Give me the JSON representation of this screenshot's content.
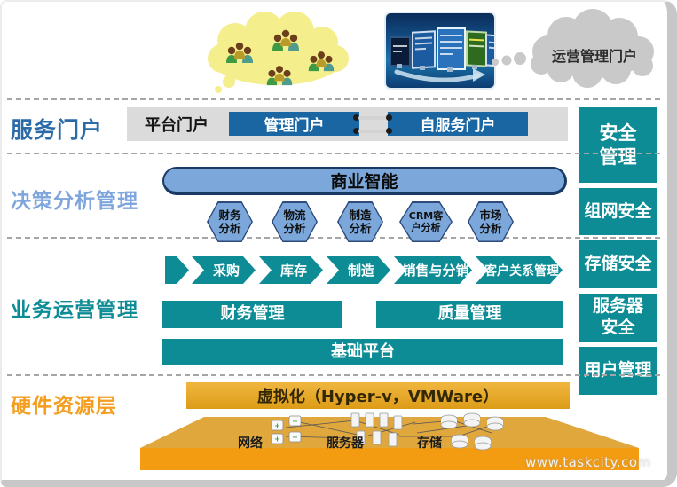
{
  "page": {
    "watermark": "www.taskcity.com"
  },
  "top": {
    "ops_cloud_label": "运营管理门户"
  },
  "service": {
    "label": "服务门户",
    "platform_portal": "平台门户",
    "management_portal": "管理门户",
    "self_service_portal": "自服务门户"
  },
  "decision": {
    "label": "决策分析管理",
    "bi": "商业智能",
    "hexagons": [
      {
        "label": "财务\n分析"
      },
      {
        "label": "物流\n分析"
      },
      {
        "label": "制造\n分析"
      },
      {
        "label": "CRM客\n户分析"
      },
      {
        "label": "市场\n分析"
      }
    ]
  },
  "business": {
    "label": "业务运营管理",
    "chevrons": [
      {
        "label": "采购"
      },
      {
        "label": "库存"
      },
      {
        "label": "制造"
      },
      {
        "label": "销售与分销"
      },
      {
        "label": "客户关系管理"
      }
    ],
    "finance_box": "财务管理",
    "quality_box": "质量管理",
    "platform_box": "基础平台"
  },
  "hardware": {
    "label": "硬件资源层",
    "virtualization": "虚拟化（Hyper-v，VMWare）",
    "network_label": "网络",
    "server_label": "服务器",
    "storage_label": "存储"
  },
  "sidebar": {
    "items": [
      {
        "label": "安全\n管理"
      },
      {
        "label": "组网安全"
      },
      {
        "label": "存储安全"
      },
      {
        "label": "服务器\n安全"
      },
      {
        "label": "用户管理"
      }
    ]
  },
  "colors": {
    "teal": "#0E8C96",
    "portal_blue": "#1966A3",
    "light_blue": "#7BA7DA",
    "navy_border": "#1A3A66",
    "gold": "#E6A82F",
    "orange": "#F39C12",
    "label_blue": "#2B6CA8",
    "label_light_blue": "#7FA6DC",
    "label_orange": "#F59D1E",
    "user_cloud_yellow": "#F5EE8C",
    "ops_cloud_gray": "#C9C9C9"
  }
}
